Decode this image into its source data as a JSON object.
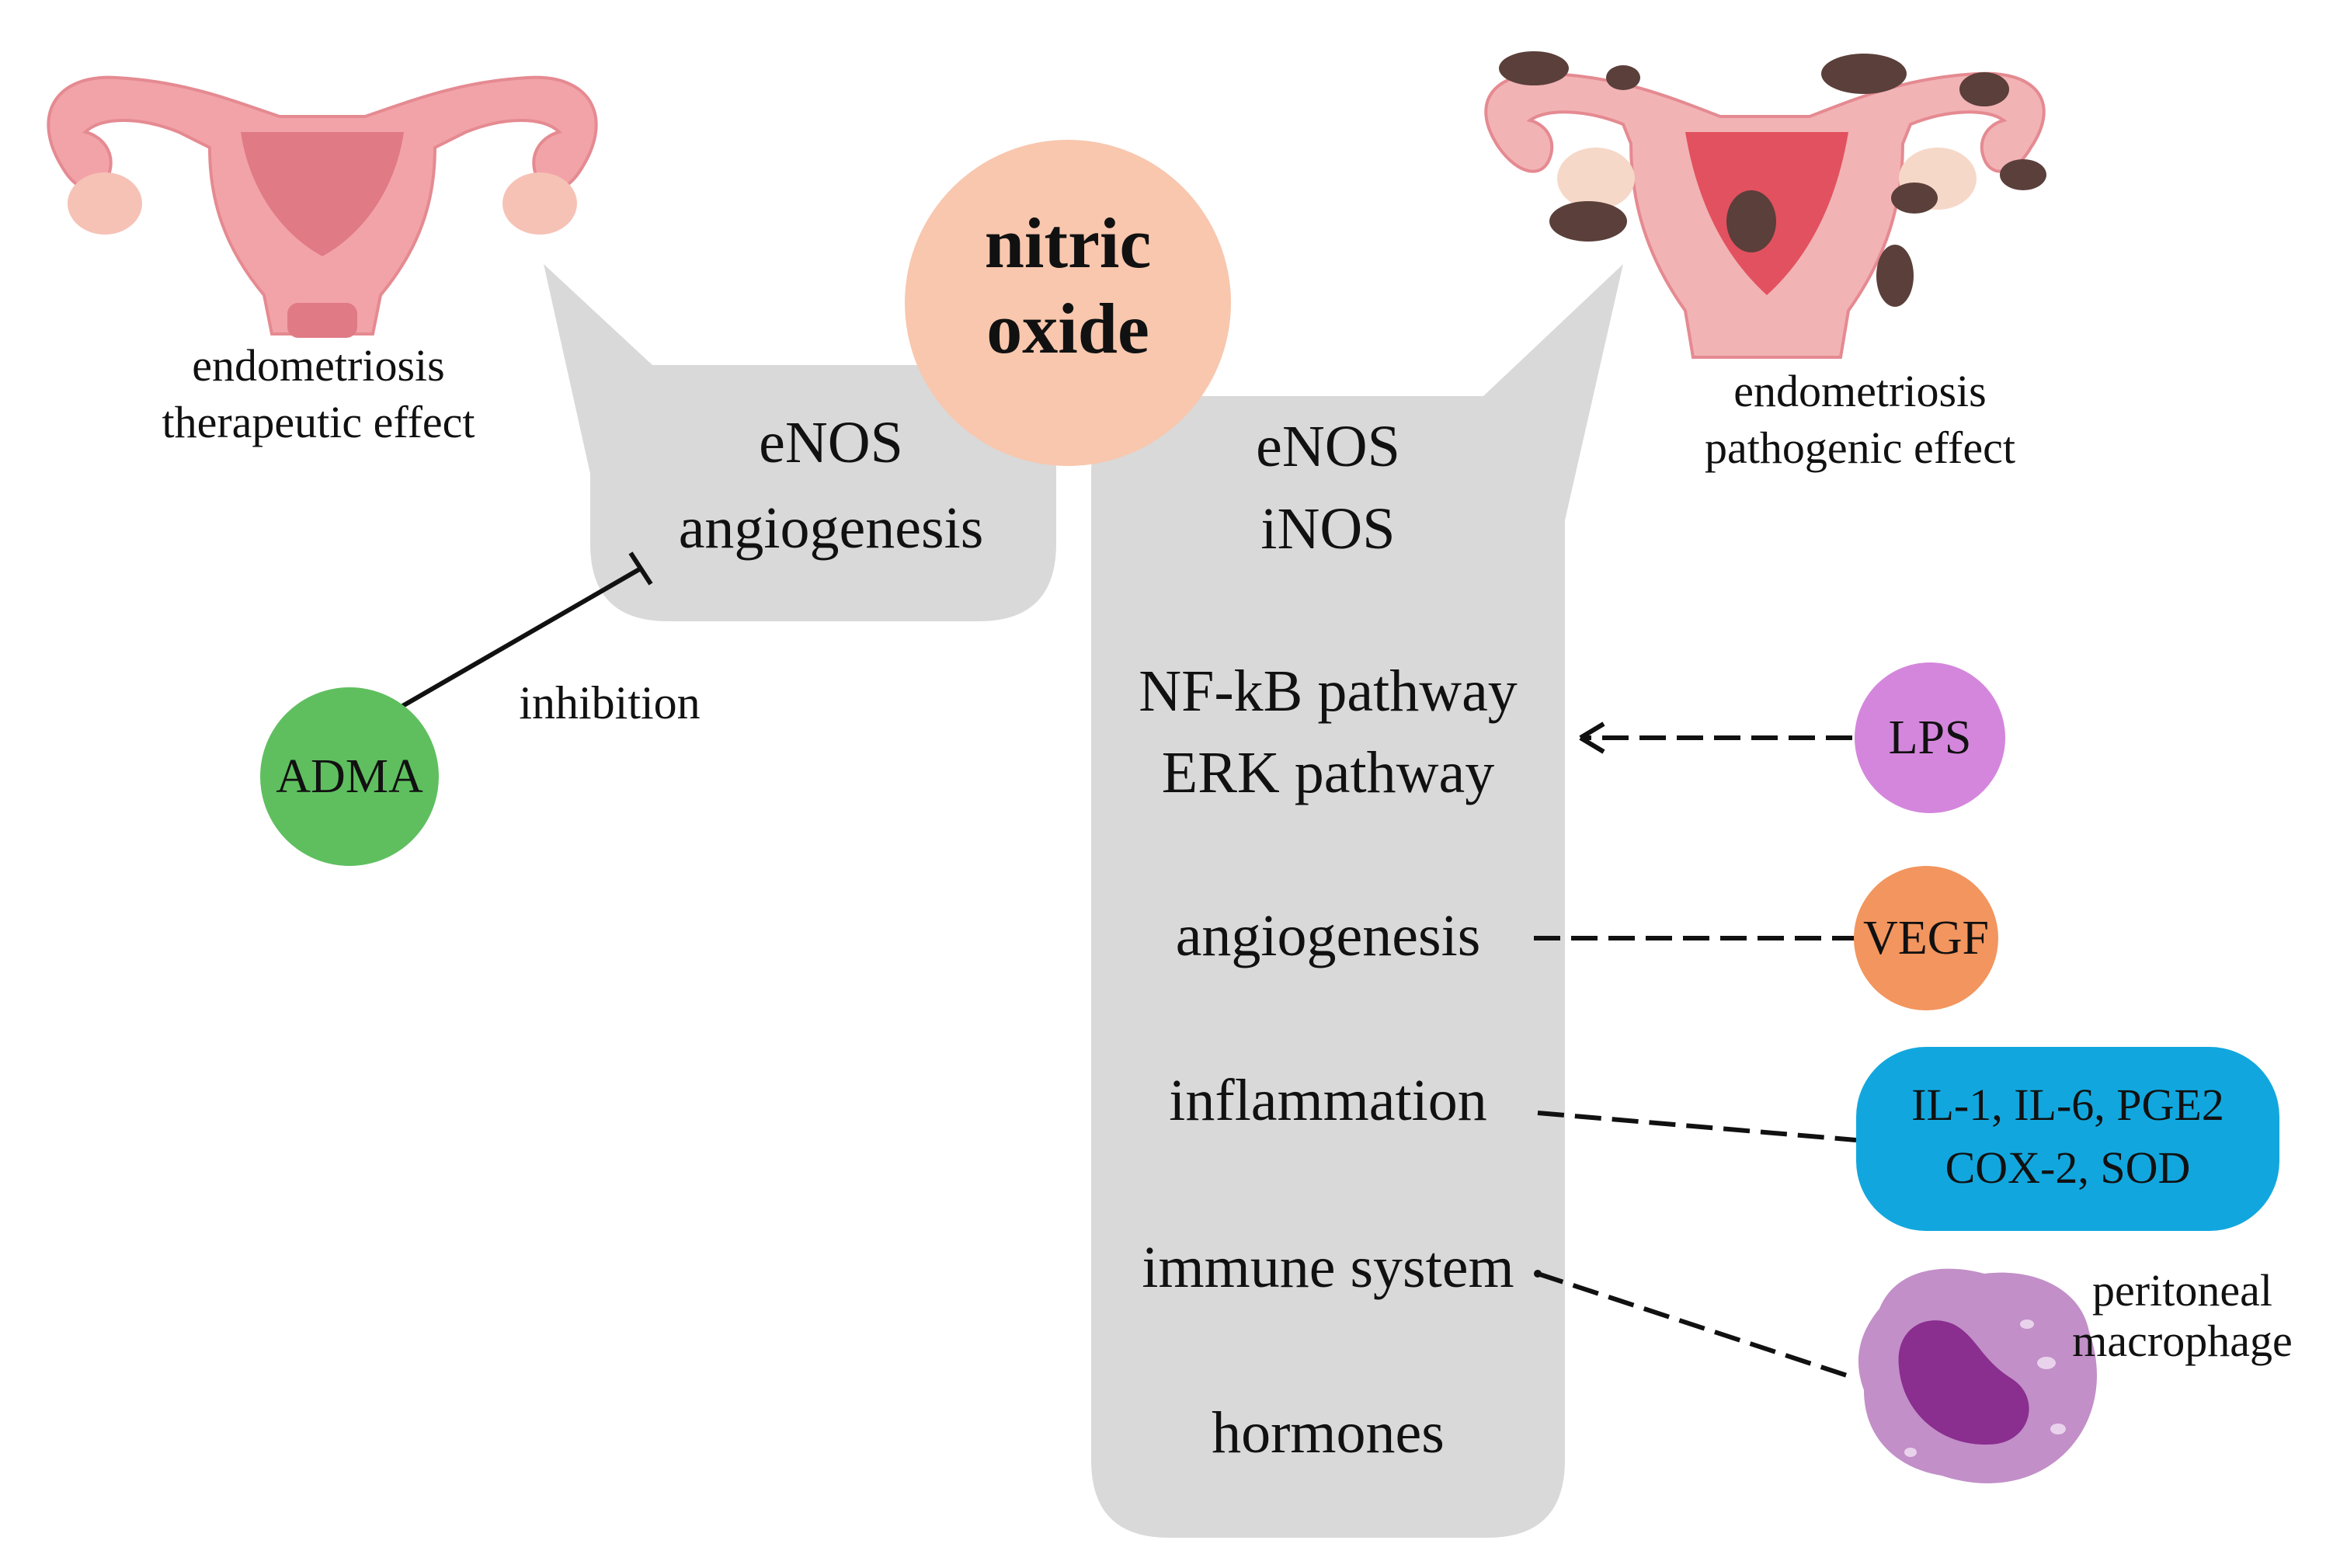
{
  "center": {
    "line1": "nitric",
    "line2": "oxide"
  },
  "left_panel": {
    "line1": "eNOS",
    "line2": "angiogenesis"
  },
  "right_panel": {
    "items": [
      "eNOS",
      "iNOS",
      "NF-kB pathway",
      "ERK pathway",
      "angiogenesis",
      "inflammation",
      "immune system",
      "hormones"
    ]
  },
  "left_organ": {
    "line1": "endometriosis",
    "line2": "therapeutic effect"
  },
  "right_organ": {
    "line1": "endometriosis",
    "line2": "pathogenic effect"
  },
  "inhibitor": {
    "label": "ADMA",
    "edge_label": "inhibition"
  },
  "factors": {
    "lps": "LPS",
    "vegf": "VEGF",
    "cytokines_line1": "IL-1, IL-6, PGE2",
    "cytokines_line2": "COX-2, SOD",
    "macrophage_line1": "peritoneal",
    "macrophage_line2": "macrophage"
  },
  "colors": {
    "panel": "#d9d9d9",
    "nitric_oxide": "#f8c7ae",
    "adma": "#5fbf5f",
    "lps": "#d486dc",
    "vegf": "#f2955e",
    "cytokines": "#11a7de",
    "macrophage_outer": "#c28fc8",
    "macrophage_nucleus": "#8a2e8f",
    "uterus_pink": "#f2a3a8",
    "uterus_inner": "#e06b7a",
    "lesion": "#5a3f3a"
  }
}
